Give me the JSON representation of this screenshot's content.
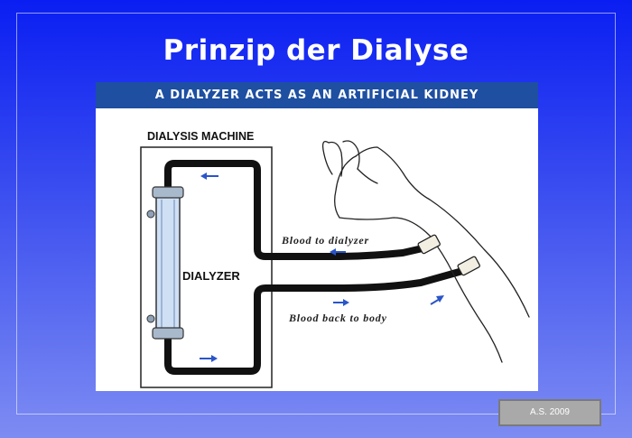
{
  "slide": {
    "title": "Prinzip der Dialyse",
    "credit": "A.S. 2009"
  },
  "figure": {
    "banner": "A DIALYZER ACTS AS AN ARTIFICIAL KIDNEY",
    "machine_label": "DIALYSIS MACHINE",
    "dialyzer_label": "DIALYZER",
    "blood_to_dialyzer": "Blood to dialyzer",
    "blood_back_to_body": "Blood back to body"
  },
  "colors": {
    "background_top": "#0a1ef2",
    "banner": "#1e4fa1",
    "arrow": "#2a55c8",
    "tube": "#111111",
    "dialyzer_fill": "#cfe0f5"
  }
}
